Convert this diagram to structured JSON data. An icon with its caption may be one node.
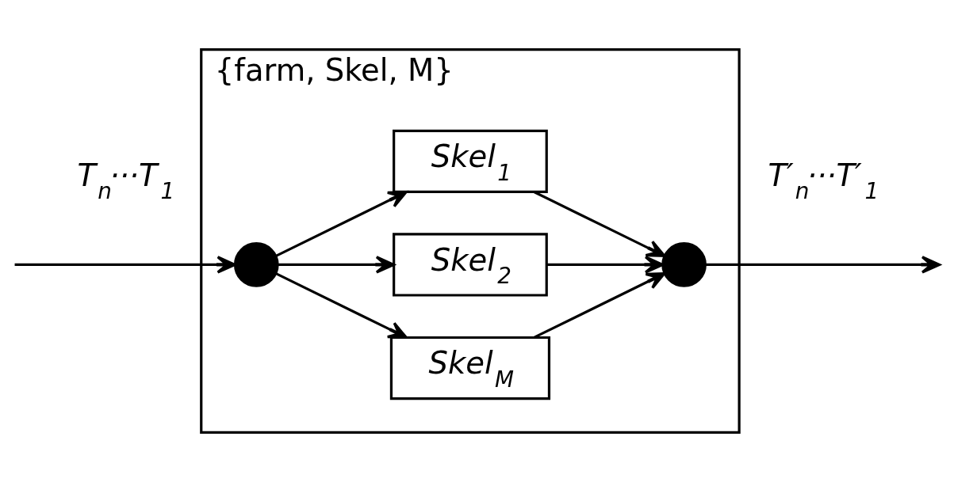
{
  "diagram": {
    "nodes": [
      {
        "text": [
          "{farm, Skel, M}"
        ]
      },
      {
        "text": [],
        "shape": "circle",
        "in": 0
      },
      {
        "text": [
          "Skel$_{1}$"
        ],
        "in": 0
      },
      {
        "text": [
          "Skel$_{2}$"
        ],
        "in": 0
      },
      {
        "text": [
          "Skel$_{M}$"
        ],
        "in": 0
      },
      {
        "text": [],
        "shape": "circle",
        "in": 0
      }
    ],
    "edges": [
      {
        "from": null,
        "to": 1,
        "arrow": "to",
        "label": "T$_{n}$···T$_{1}$"
      },
      {
        "from": 1,
        "to": 2,
        "arrow": "to"
      },
      {
        "from": 1,
        "to": 3,
        "arrow": "to"
      },
      {
        "from": 1,
        "to": 4,
        "arrow": "to"
      },
      {
        "from": 2,
        "to": 5,
        "arrow": "to"
      },
      {
        "from": 3,
        "to": 5,
        "arrow": "to"
      },
      {
        "from": 4,
        "to": 5,
        "arrow": "to"
      },
      {
        "from": 5,
        "to": null,
        "arrow": "to",
        "label": "T′$_{n}$···T′$_{1}$"
      }
    ]
  }
}
